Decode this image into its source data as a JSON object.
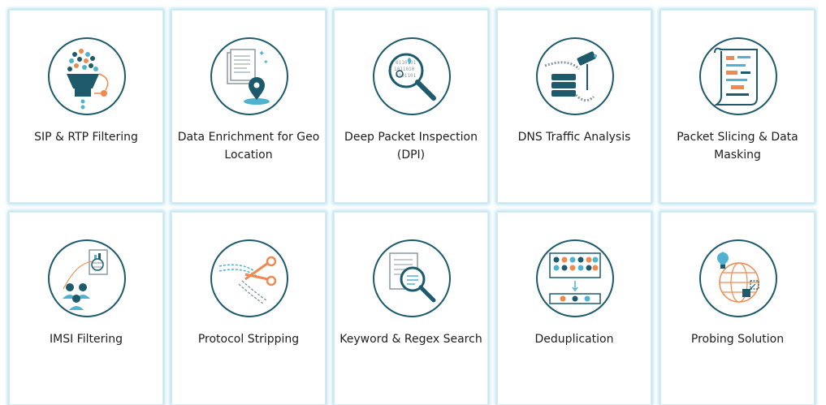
{
  "colors": {
    "teal": "#1d5a6c",
    "orange": "#f0894f",
    "light_blue": "#4fb3cf",
    "grey": "#8a9aa2",
    "glow": "#7cc8e0"
  },
  "cards": [
    {
      "label": "SIP & RTP Filtering",
      "icon": "funnel-icon"
    },
    {
      "label": "Data Enrichment for Geo Location",
      "icon": "geo-location-document-icon"
    },
    {
      "label": "Deep Packet Inspection (DPI)",
      "icon": "magnifier-binary-icon"
    },
    {
      "label": "DNS Traffic Analysis",
      "icon": "server-camera-icon"
    },
    {
      "label": "Packet Slicing & Data Masking",
      "icon": "scroll-icon"
    },
    {
      "label": "IMSI Filtering",
      "icon": "users-document-icon"
    },
    {
      "label": "Protocol Stripping",
      "icon": "scissors-icon"
    },
    {
      "label": "Keyword & Regex Search",
      "icon": "document-search-icon"
    },
    {
      "label": "Deduplication",
      "icon": "dedup-grid-icon"
    },
    {
      "label": "Probing Solution",
      "icon": "globe-probe-icon"
    }
  ]
}
